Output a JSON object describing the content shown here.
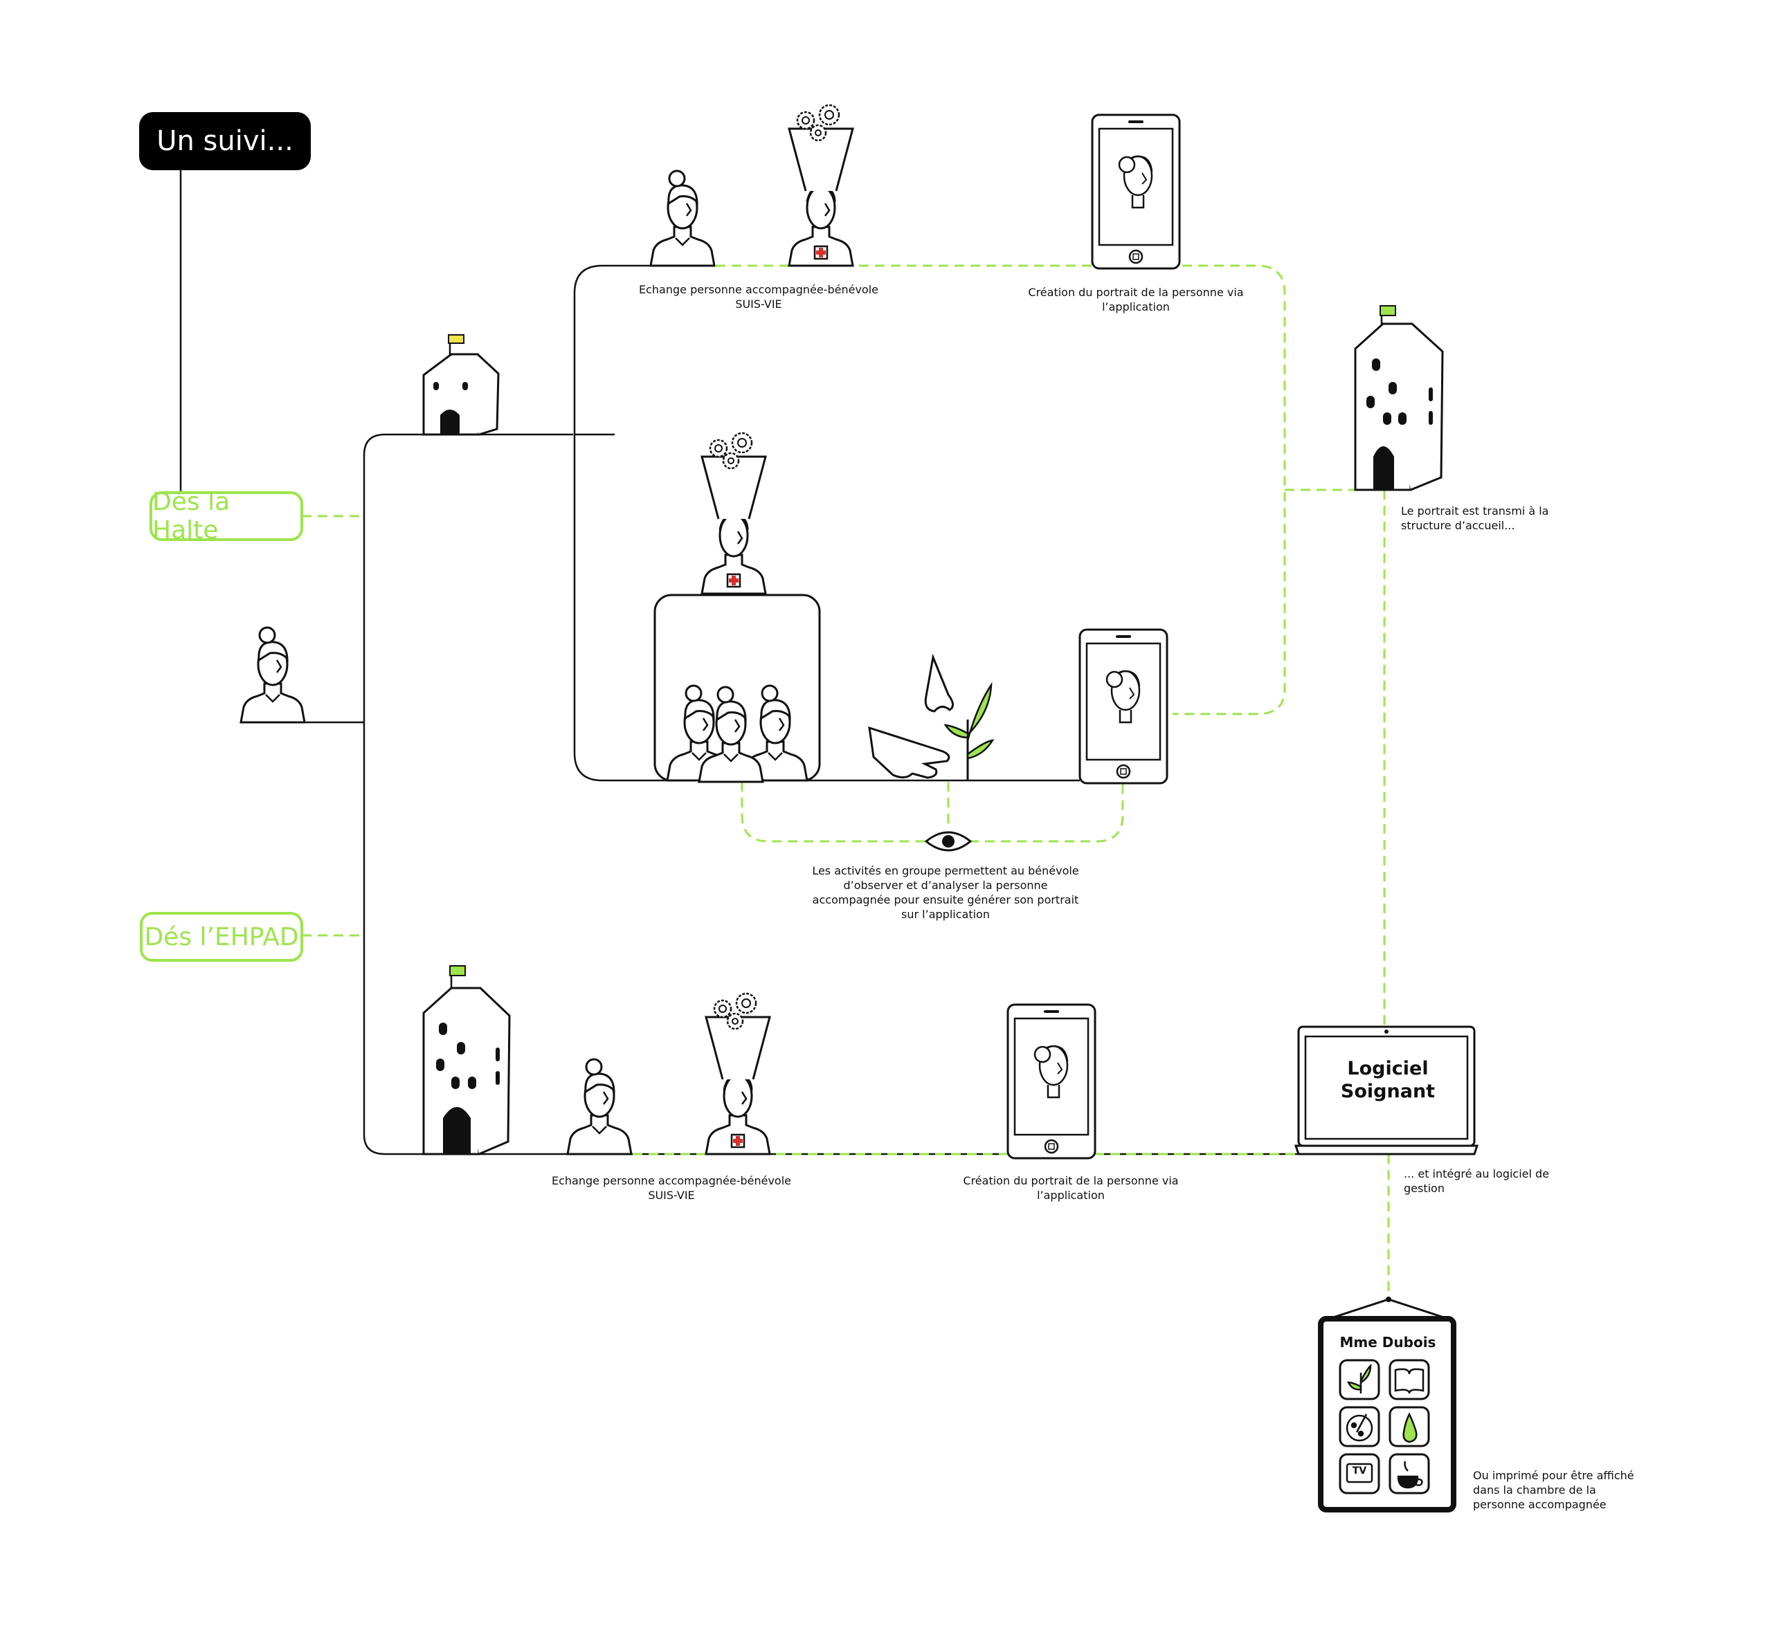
{
  "title": "Un suivi...",
  "phases": {
    "halte": "Dés la Halte",
    "ehpad": "Dés l’EHPAD"
  },
  "captions": {
    "echange_top_line1": "Echange personne accompagnée-bénévole",
    "echange_top_line2": "SUIS-VIE",
    "creation_top_line1": "Création du portrait de la personne via",
    "creation_top_line2": "l’application",
    "transmis_line1": "Le portrait est transmi à la",
    "transmis_line2": "structure d’accueil...",
    "activites_line1": "Les activités en groupe permettent au bénévole",
    "activites_line2": "d’observer et d’analyser la personne",
    "activites_line3": "accompagnée pour ensuite générer son portrait",
    "activites_line4": "sur l’application",
    "echange_bottom_line1": "Echange personne accompagnée-bénévole",
    "echange_bottom_line2": "SUIS-VIE",
    "creation_bottom_line1": "Création du portrait de la personne via",
    "creation_bottom_line2": "l’application",
    "integre_line1": "... et intégré au logiciel de",
    "integre_line2": "gestion",
    "imprime_line1": "Ou imprimé pour être affiché",
    "imprime_line2": "dans la chambre de la",
    "imprime_line3": "personne accompagnée"
  },
  "laptop": {
    "line1": "Logiciel",
    "line2": "Soignant"
  },
  "poster": {
    "name": "Mme Dubois",
    "tv_label": "TV",
    "icons": [
      "plant-icon",
      "book-icon",
      "palette-icon",
      "pear-icon",
      "tv-icon",
      "coffee-icon"
    ]
  },
  "colors": {
    "accent_green": "#9de44d",
    "line": "#111111",
    "flag_yellow": "#f2e34b",
    "cross_red": "#d9302c"
  }
}
